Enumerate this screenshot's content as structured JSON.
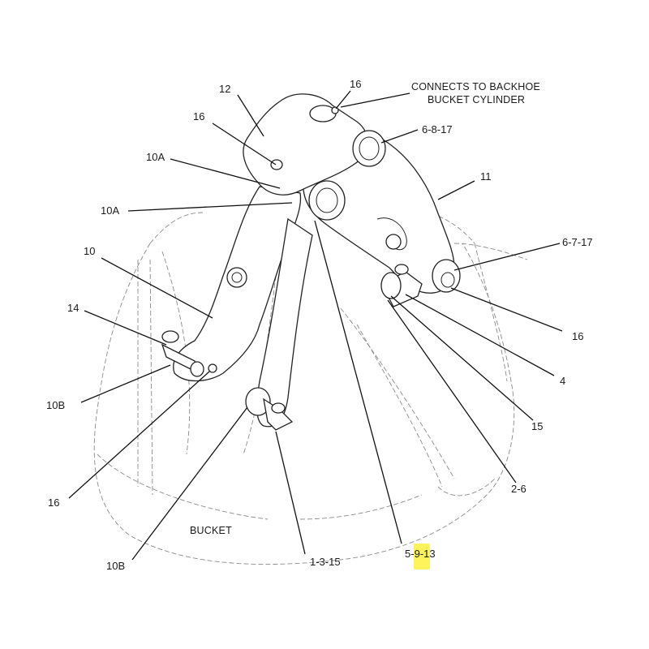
{
  "diagram": {
    "notes": {
      "connects_line1": "CONNECTS TO BACKHOE",
      "connects_line2": "BUCKET CYLINDER",
      "bucket": "BUCKET"
    },
    "callouts": {
      "c12": "12",
      "c16_top": "16",
      "c16_upper_left": "16",
      "c6_8_17": "6-8-17",
      "c10a_upper": "10A",
      "c11": "11",
      "c10a_lower": "10A",
      "c6_7_17": "6-7-17",
      "c10": "10",
      "c16_right": "16",
      "c14": "14",
      "c4": "4",
      "c10b_left": "10B",
      "c15": "15",
      "c16_lower_left": "16",
      "c2_6": "2-6",
      "c10b_bottom": "10B",
      "c1_3_15": "1-3-15",
      "c5_9_13_a": "5-",
      "c5_9_13_b": "9-",
      "c5_9_13_c": "13"
    },
    "highlight_color": "#fff35c"
  }
}
